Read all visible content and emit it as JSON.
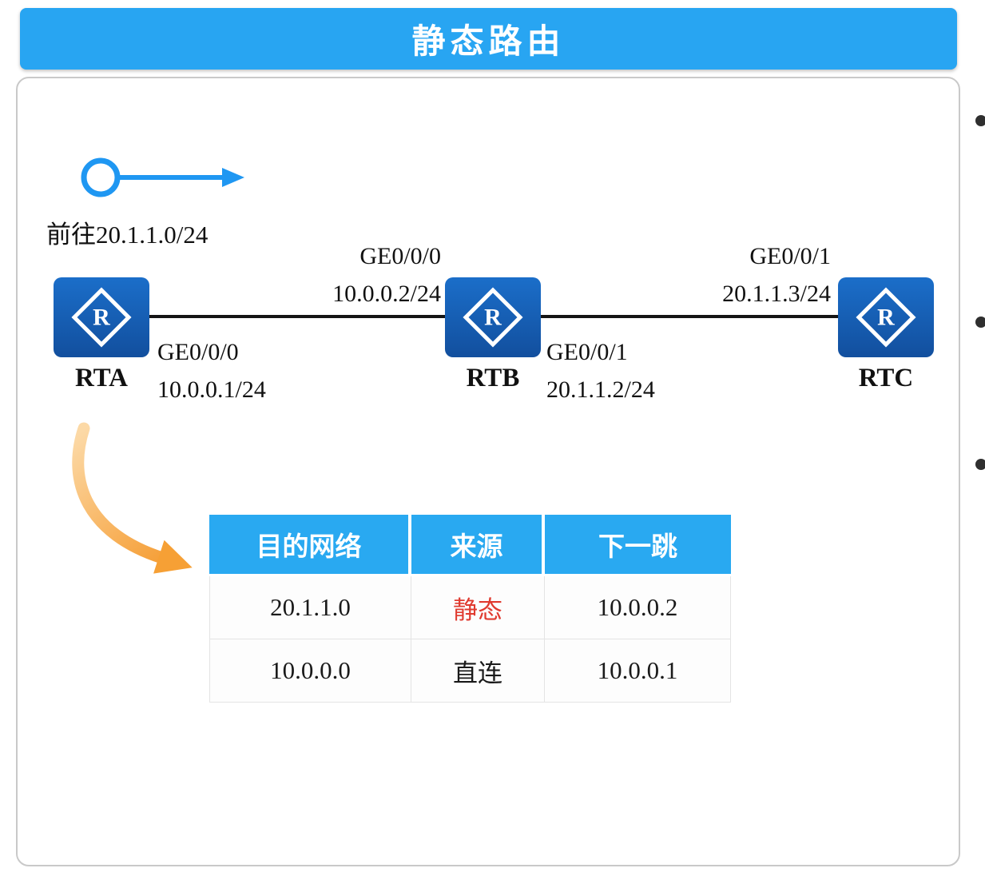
{
  "title": "静态路由",
  "legend": {
    "label": "前往20.1.1.0/24"
  },
  "topology": {
    "router_icon_letter": "R",
    "routers": [
      {
        "name": "RTA"
      },
      {
        "name": "RTB"
      },
      {
        "name": "RTC"
      }
    ],
    "link1": {
      "top_interface": "GE0/0/0",
      "top_ip": "10.0.0.2/24",
      "bottom_interface": "GE0/0/0",
      "bottom_ip": "10.0.0.1/24"
    },
    "link2": {
      "top_interface": "GE0/0/1",
      "top_ip": "20.1.1.3/24",
      "bottom_interface": "GE0/0/1",
      "bottom_ip": "20.1.1.2/24"
    }
  },
  "routing_table": {
    "headers": [
      "目的网络",
      "来源",
      "下一跳"
    ],
    "rows": [
      {
        "destination": "20.1.1.0",
        "source": "静态",
        "source_style": "color:#e03a2f",
        "next_hop": "10.0.0.2"
      },
      {
        "destination": "10.0.0.0",
        "source": "直连",
        "source_style": "color:#1a1a1a",
        "next_hop": "10.0.0.1"
      }
    ]
  },
  "colors": {
    "banner_blue": "#28a5f2",
    "router_blue": "#1565c0",
    "table_header_blue": "#29a9f1",
    "static_red": "#e03a2f",
    "legend_arrow_blue": "#1f97f2",
    "callout_orange": "#f59b30"
  }
}
